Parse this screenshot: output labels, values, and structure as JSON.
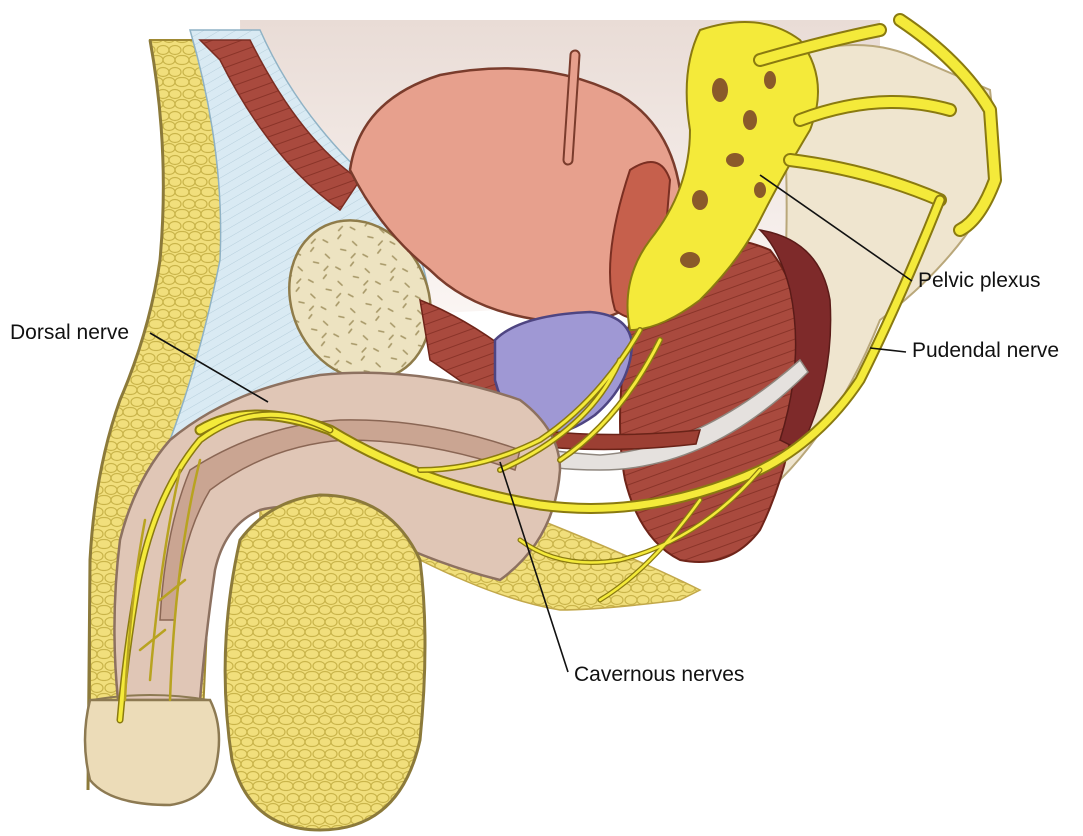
{
  "figure": {
    "labels": {
      "dorsal_nerve": "Dorsal nerve",
      "pelvic_plexus": "Pelvic plexus",
      "pudendal_nerve": "Pudendal nerve",
      "cavernous_nerves": "Cavernous nerves"
    },
    "colors": {
      "background": "#ffffff",
      "nerve_yellow": "#f4ea3a",
      "nerve_outline": "#8a7a10",
      "fat_yellow": "#f1df7c",
      "fat_cell": "#c9b44a",
      "bladder_pink": "#e7a08d",
      "muscle_red": "#a94a3e",
      "prostate_lilac": "#9f98d4",
      "fascia_blue": "#d6e8f2",
      "bone_beige": "#ede3c1",
      "skin_beige": "#e8d7b0",
      "corpus_mauve": "#d9b6a6",
      "leader_line": "#111111"
    }
  }
}
